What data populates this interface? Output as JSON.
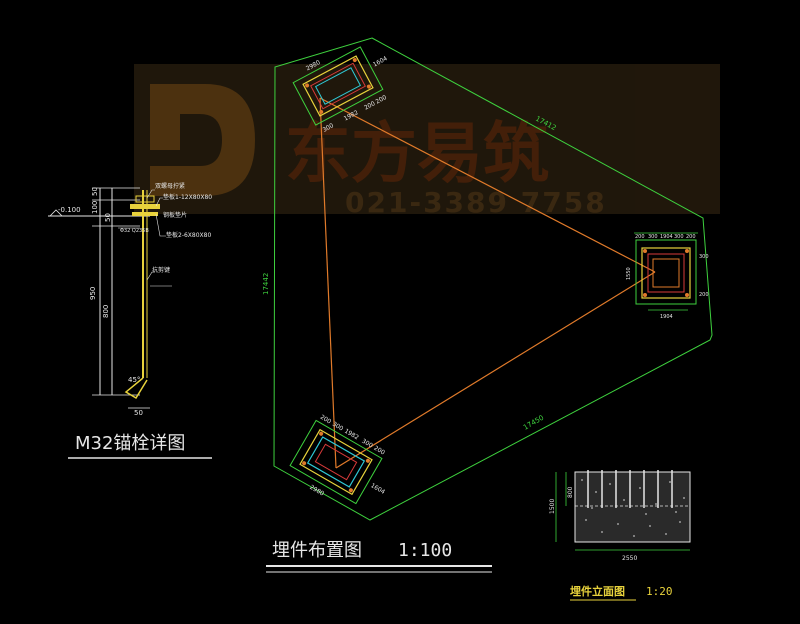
{
  "watermark": {
    "brand": "东方易筑",
    "phone": "021-3389 7758"
  },
  "anchor_detail": {
    "title": "M32锚栓详图",
    "level": "-0.100",
    "dims_vertical": [
      "50",
      "100",
      "50",
      "950",
      "800"
    ],
    "dim_bottom": "50",
    "angle": "45°",
    "notes": [
      "双螺母拧紧",
      "垫板1-12X80X80",
      "钢板垫片",
      "垫板2-6X80X80",
      "Φ32 Q235B",
      "抗剪键"
    ]
  },
  "layout_plan": {
    "title": "埋件布置图",
    "scale": "1:100",
    "dims_main": [
      "17412",
      "17442",
      "17450"
    ],
    "top_pad": [
      "2980",
      "1604",
      "1982",
      "200",
      "300",
      "200"
    ],
    "right_pad": [
      "200",
      "300",
      "1904",
      "300",
      "200",
      "1550",
      "300",
      "200",
      "1904"
    ],
    "bottom_pad": [
      "200",
      "300",
      "1982",
      "300",
      "200",
      "2980",
      "1604"
    ]
  },
  "elevation": {
    "title": "埋件立面图",
    "scale": "1:20",
    "dims": [
      "800",
      "1500",
      "2550"
    ]
  },
  "colors": {
    "dim_green": "#3ed13e",
    "pad_yellow": "#e8d23c",
    "pad_cyan": "#2fc9d6",
    "bolt_orange": "#e07a2a",
    "pad_red": "#d83a3a",
    "text_white": "#e6e6e6"
  }
}
